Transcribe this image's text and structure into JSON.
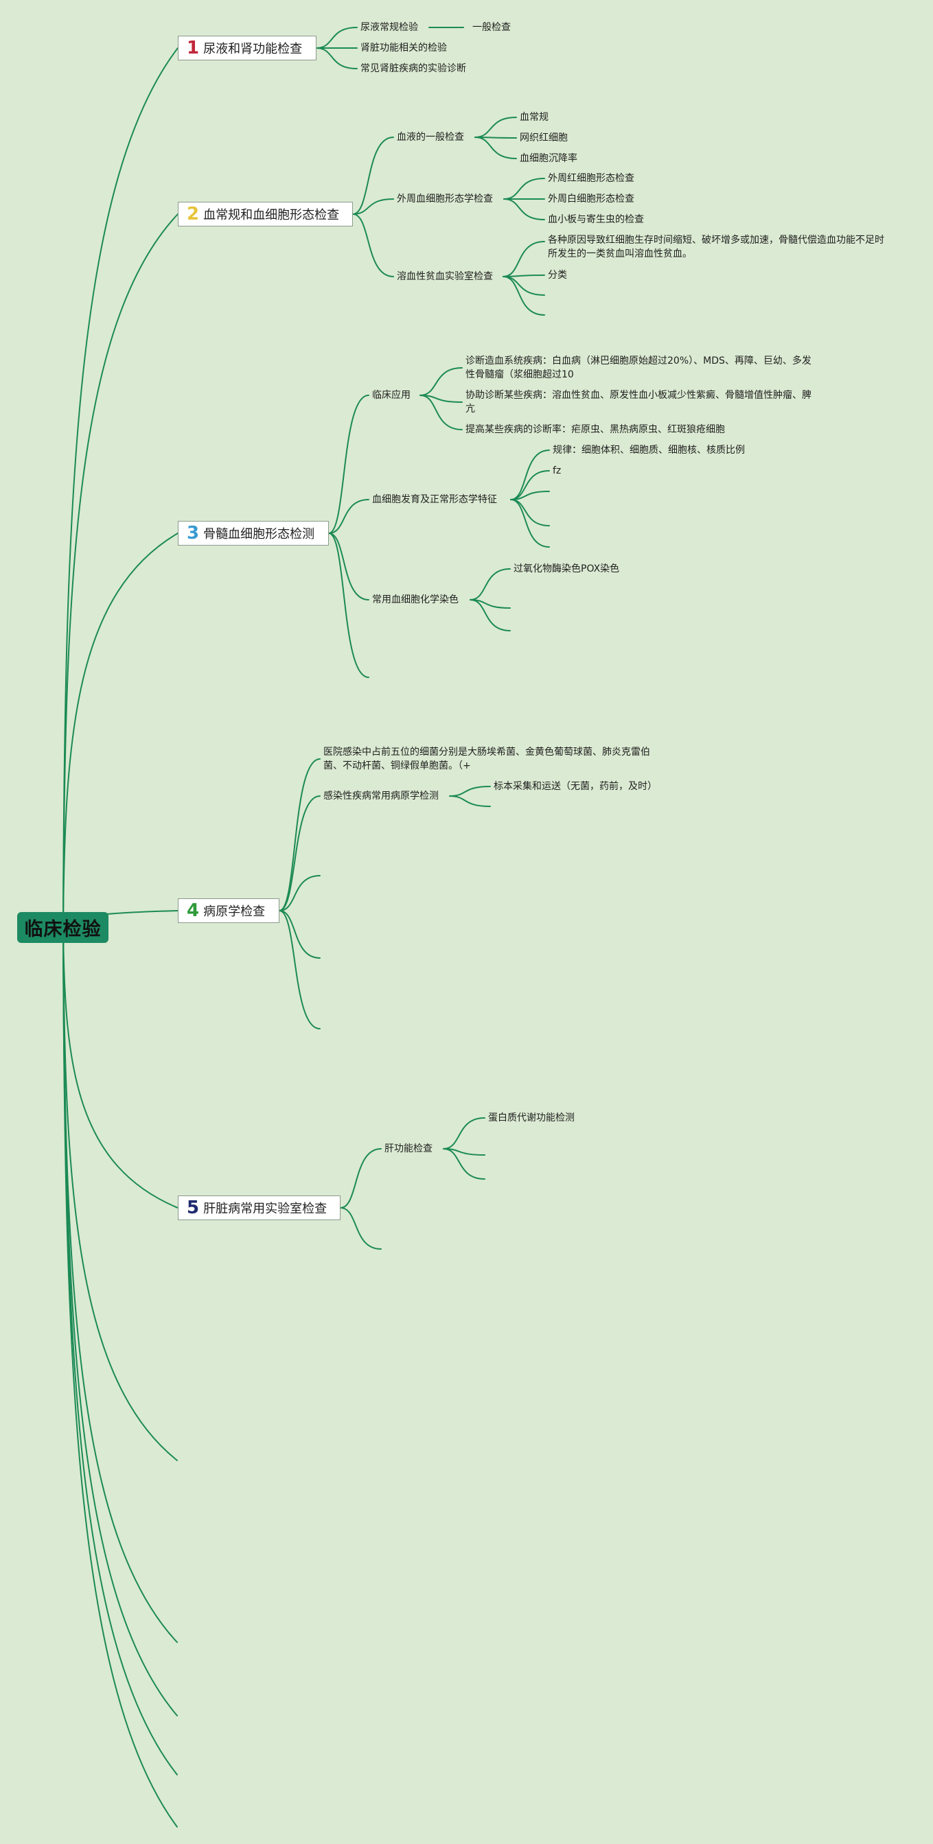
{
  "root": {
    "label": "临床检验"
  },
  "colors": {
    "background": "#dbead2",
    "line": "#1b8a55",
    "root_fill": "#1c8a63",
    "num1": "#c0283a",
    "num2": "#e6c43c",
    "num3": "#3a9bd1",
    "num4": "#2f9a3a",
    "num5": "#1e2a6e"
  },
  "branches": [
    {
      "num": "1",
      "label": "尿液和肾功能检查",
      "children": [
        {
          "label": "尿液常规检验",
          "children": [
            {
              "label": "一般检查"
            }
          ]
        },
        {
          "label": "肾脏功能相关的检验"
        },
        {
          "label": "常见肾脏疾病的实验诊断"
        }
      ]
    },
    {
      "num": "2",
      "label": "血常规和血细胞形态检查",
      "children": [
        {
          "label": "血液的一般检查",
          "children": [
            {
              "label": "血常规"
            },
            {
              "label": "网织红细胞"
            },
            {
              "label": "血细胞沉降率"
            }
          ]
        },
        {
          "label": "外周血细胞形态学检查",
          "children": [
            {
              "label": "外周红细胞形态检查"
            },
            {
              "label": "外周白细胞形态检查"
            },
            {
              "label": "血小板与寄生虫的检查"
            }
          ]
        },
        {
          "label": "溶血性贫血实验室检查",
          "children": [
            {
              "label": "各种原因导致红细胞生存时间缩短、破坏增多或加速，骨髓代偿造血功能不足时所发生的一类贫血叫溶血性贫血。"
            },
            {
              "label": "分类"
            },
            {
              "label": ""
            },
            {
              "label": ""
            }
          ]
        }
      ]
    },
    {
      "num": "3",
      "label": "骨髓血细胞形态检测",
      "children": [
        {
          "label": "临床应用",
          "children": [
            {
              "label": "诊断造血系统疾病：白血病（淋巴细胞原始超过20%）、MDS、再障、巨幼、多发性骨髓瘤（浆细胞超过10"
            },
            {
              "label": "协助诊断某些疾病：溶血性贫血、原发性血小板减少性紫癜、骨髓增值性肿瘤、脾亢"
            },
            {
              "label": "提高某些疾病的诊断率：疟原虫、黑热病原虫、红斑狼疮细胞"
            }
          ]
        },
        {
          "label": "血细胞发育及正常形态学特征",
          "children": [
            {
              "label": "规律：细胞体积、细胞质、细胞核、核质比例"
            },
            {
              "label": "fz"
            },
            {
              "label": ""
            },
            {
              "label": ""
            },
            {
              "label": ""
            }
          ]
        },
        {
          "label": "常用血细胞化学染色",
          "children": [
            {
              "label": "过氧化物酶染色POX染色"
            },
            {
              "label": ""
            },
            {
              "label": ""
            }
          ]
        },
        {
          "label": ""
        }
      ]
    },
    {
      "num": "4",
      "label": "病原学检查",
      "children": [
        {
          "label": "医院感染中占前五位的细菌分别是大肠埃希菌、金黄色葡萄球菌、肺炎克雷伯菌、不动杆菌、铜绿假单胞菌。（+"
        },
        {
          "label": "感染性疾病常用病原学检测",
          "children": [
            {
              "label": "标本采集和运送（无菌，药前，及时）"
            },
            {
              "label": ""
            }
          ]
        },
        {
          "label": ""
        },
        {
          "label": ""
        },
        {
          "label": ""
        }
      ]
    },
    {
      "num": "5",
      "label": "肝脏病常用实验室检查",
      "children": [
        {
          "label": "肝功能检查",
          "children": [
            {
              "label": "蛋白质代谢功能检测"
            },
            {
              "label": ""
            },
            {
              "label": ""
            }
          ]
        },
        {
          "label": ""
        }
      ]
    }
  ],
  "empty_branch_count": 5
}
